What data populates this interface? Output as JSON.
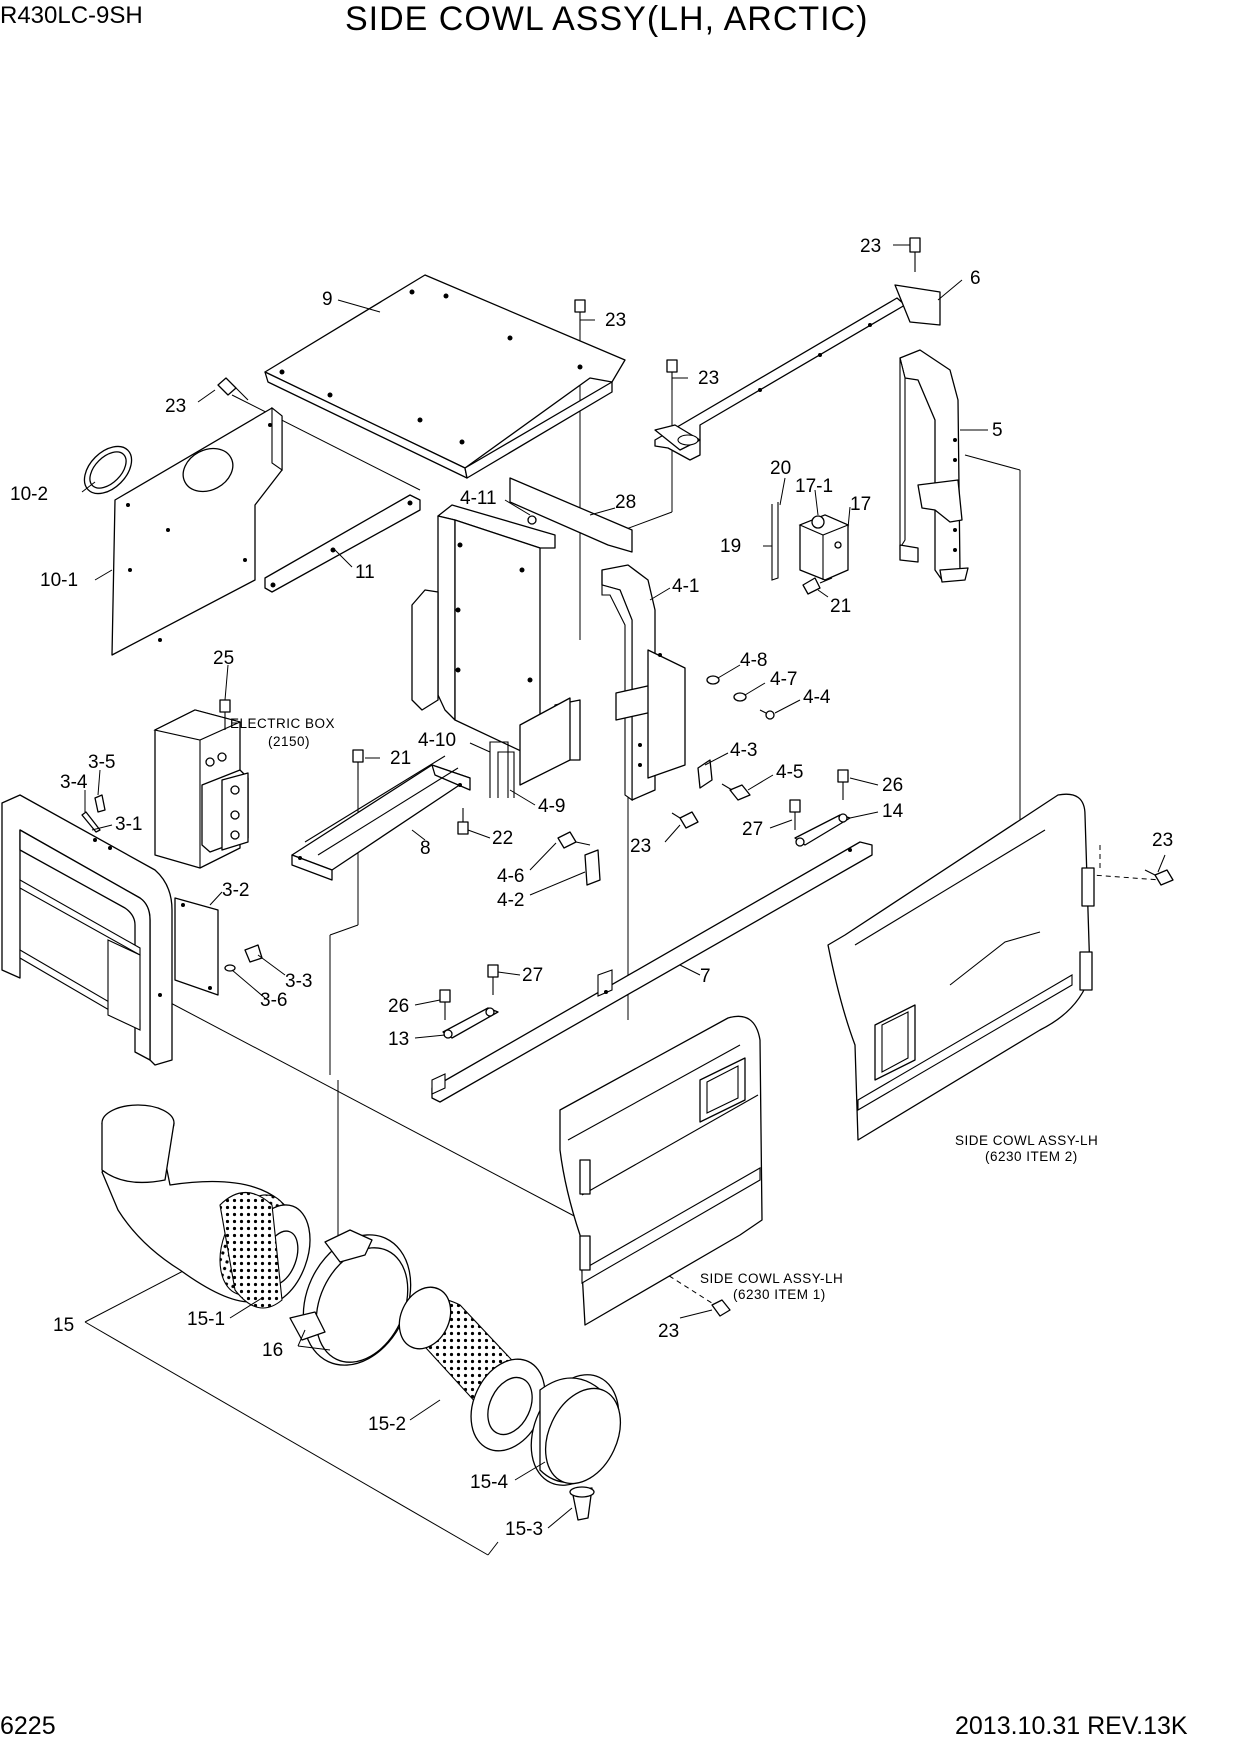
{
  "header": {
    "model": "R430LC-9SH",
    "title": "SIDE COWL ASSY(LH, ARCTIC)"
  },
  "footer": {
    "page_number": "6225",
    "revision": "2013.10.31  REV.13K"
  },
  "references": {
    "electric_box": {
      "line1": "ELECTRIC BOX",
      "line2": "(2150)"
    },
    "cowl_item2": {
      "line1": "SIDE COWL ASSY-LH",
      "line2": "(6230 ITEM 2)"
    },
    "cowl_item1": {
      "line1": "SIDE COWL ASSY-LH",
      "line2": "(6230 ITEM 1)"
    }
  },
  "callouts": [
    "23",
    "6",
    "9",
    "23",
    "23",
    "5",
    "23",
    "10-2",
    "4-11",
    "28",
    "20",
    "17-1",
    "17",
    "19",
    "10-1",
    "11",
    "4-1",
    "21",
    "25",
    "4-8",
    "4-7",
    "4-4",
    "4-10",
    "3-5",
    "21",
    "3-4",
    "4-3",
    "4-5",
    "26",
    "3-1",
    "4-9",
    "14",
    "27",
    "22",
    "8",
    "23",
    "23",
    "4-6",
    "4-2",
    "3-2",
    "27",
    "7",
    "3-3",
    "3-6",
    "26",
    "13",
    "15-1",
    "15",
    "16",
    "23",
    "15-2",
    "15-4",
    "15-3"
  ]
}
